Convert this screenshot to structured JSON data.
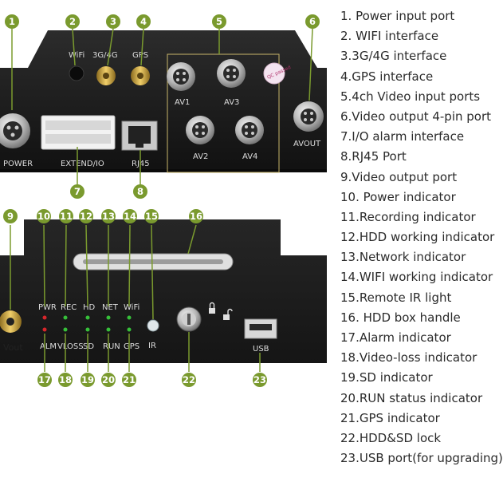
{
  "legend": [
    "1. Power input port",
    "2. WIFI interface",
    "3.3G/4G interface",
    "4.GPS interface",
    "5.4ch Video input ports",
    "6.Video output 4-pin port",
    "7.I/O alarm interface",
    "8.RJ45 Port",
    "9.Video output port",
    "10. Power indicator",
    "11.Recording indicator",
    "12.HDD working indicator",
    "13.Network indicator",
    "14.WIFI working indicator",
    "15.Remote IR light",
    "16. HDD box handle",
    "17.Alarm indicator",
    "18.Video-loss indicator",
    "19.SD indicator",
    "20.RUN status indicator",
    "21.GPS indicator",
    "22.HDD&SD lock",
    "23.USB port(for upgrading)"
  ],
  "top_panel": {
    "port_labels": {
      "wifi": "WiFi",
      "g34": "3G/4G",
      "gps": "GPS",
      "av1": "AV1",
      "av2": "AV2",
      "av3": "AV3",
      "av4": "AV4",
      "avout": "AVOUT",
      "power": "POWER",
      "extend": "EXTEND/IO",
      "rj45": "RJ45",
      "qc": "QC passed"
    }
  },
  "bottom_panel": {
    "labels": {
      "pwr": "PWR",
      "rec": "REC",
      "hd": "HD",
      "net": "NET",
      "wifi": "WiFi",
      "alm": "ALM",
      "vloss": "VLOSS",
      "sd": "SD",
      "run": "RUN",
      "gps": "GPS",
      "ir": "IR",
      "vout": "Vout",
      "usb": "USB"
    }
  },
  "callouts": [
    "1",
    "2",
    "3",
    "4",
    "5",
    "6",
    "7",
    "8",
    "9",
    "10",
    "11",
    "12",
    "13",
    "14",
    "15",
    "16",
    "17",
    "18",
    "19",
    "20",
    "21",
    "22",
    "23"
  ],
  "colors": {
    "callout_badge": "#7a9a2e",
    "device_body": "#1d1d1d",
    "legend_text": "#2b2b2b",
    "led_red": "#d8262b",
    "led_green": "#36c03a"
  }
}
